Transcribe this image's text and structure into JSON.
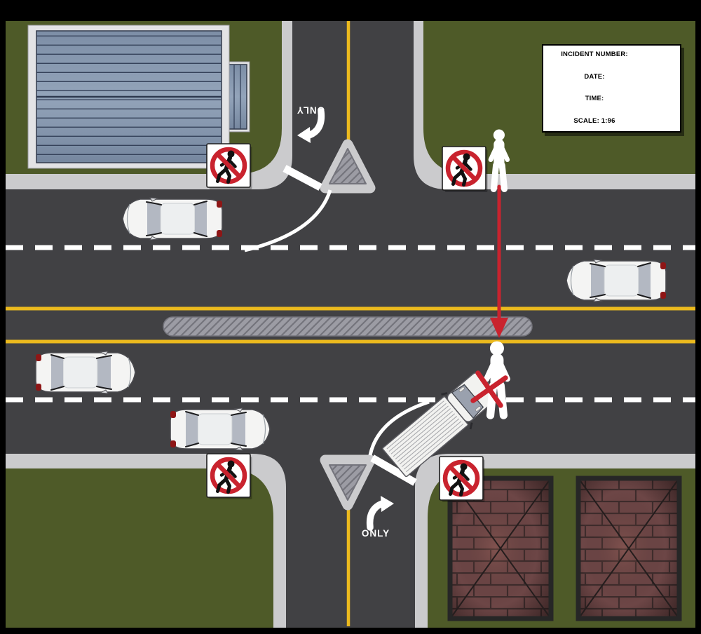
{
  "meta": {
    "title": "Traffic collision incident scene diagram",
    "description": "Top-down diagram of a divided road intersection with channelized right-turn islands, four no-pedestrian-crossing signs, passenger cars, a box truck, and a pedestrian crossing path marked with a red arrow and red X at the conflict point with the truck."
  },
  "incident_box": {
    "number_label": "INCIDENT NUMBER:",
    "date_label": "DATE:",
    "time_label": "TIME:",
    "scale_label": "SCALE:",
    "scale_value": "1:96"
  },
  "road_markings": {
    "lane_use_label_top": "ONLY",
    "lane_use_label_bottom": "ONLY"
  },
  "scene": {
    "signs": [
      {
        "name": "no-pedestrian-sign-top-left",
        "meaning": "No pedestrian crossing"
      },
      {
        "name": "no-pedestrian-sign-top-right",
        "meaning": "No pedestrian crossing"
      },
      {
        "name": "no-pedestrian-sign-bottom-left",
        "meaning": "No pedestrian crossing"
      },
      {
        "name": "no-pedestrian-sign-bottom-right",
        "meaning": "No pedestrian crossing"
      }
    ],
    "vehicles": [
      {
        "name": "car-westbound-outer",
        "type": "sedan",
        "heading": "west"
      },
      {
        "name": "car-westbound-inner",
        "type": "sedan",
        "heading": "west"
      },
      {
        "name": "car-eastbound-inner",
        "type": "sedan",
        "heading": "east"
      },
      {
        "name": "car-eastbound-outer",
        "type": "sedan",
        "heading": "east"
      },
      {
        "name": "box-truck",
        "type": "box truck",
        "heading": "northeast, turning"
      }
    ],
    "pedestrians": [
      {
        "name": "pedestrian-start",
        "position": "north sidewalk"
      },
      {
        "name": "pedestrian-end",
        "position": "center of road at median"
      }
    ],
    "annotations": [
      {
        "name": "crossing-path-arrow",
        "type": "red arrow",
        "from": "north sidewalk",
        "to": "median centerline"
      },
      {
        "name": "collision-x",
        "type": "red X",
        "at": "truck front corner / pedestrian"
      }
    ],
    "structures": [
      {
        "name": "warehouse-building",
        "position": "top left"
      },
      {
        "name": "brick-building-1",
        "position": "bottom right"
      },
      {
        "name": "brick-building-2",
        "position": "bottom right"
      }
    ]
  },
  "colors": {
    "frame": "#000000",
    "grass": "#4e5a28",
    "road": "#414144",
    "sidewalk": "#cbcbcd",
    "yellow": "#ecba1e",
    "red": "#c9232e",
    "median-line": "#74747c",
    "median-fill": "#9c9ca4",
    "car-body": "#f4f4f3",
    "car-window": "#b3b8c2",
    "car-outline": "#4a4a4f",
    "taillight": "#8e1616",
    "truck-body": "#f2f2f0",
    "truck-window": "#9aa1ae",
    "truck-rib": "#a6a7ab",
    "truck-outline": "#5a5a60",
    "sign-bg": "#ffffff",
    "sign-border": "#1e1e1e",
    "glyph": "#111111",
    "roof-line": "#35425a",
    "brick": "#6d4646",
    "brick-line": "#3e2c2c",
    "brick-border": "#262626",
    "box-bg": "#ffffff",
    "box-border": "#000000",
    "text": "#000000"
  }
}
